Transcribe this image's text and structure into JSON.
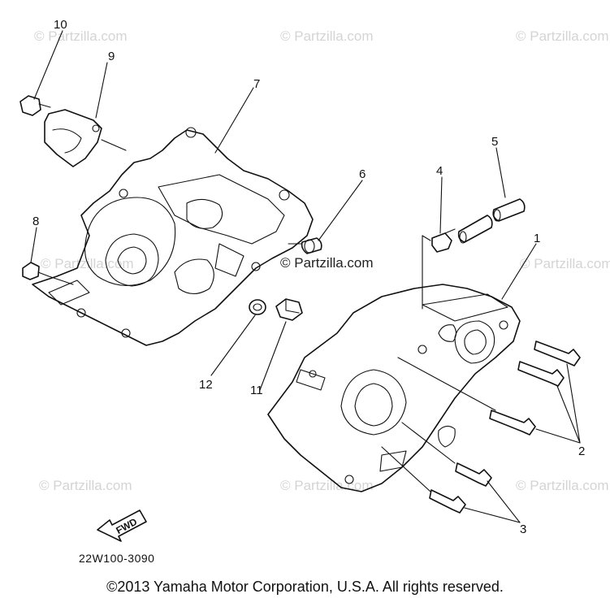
{
  "watermark": {
    "text": "© Partzilla.com",
    "prominent_text": "© Partzilla.com"
  },
  "diagram_code": "22W100-3090",
  "fwd_label": "FWD",
  "callouts": [
    {
      "label": "1",
      "part": "crankcase-right"
    },
    {
      "label": "2",
      "part": "bolts-upper"
    },
    {
      "label": "3",
      "part": "bolts-lower"
    },
    {
      "label": "4",
      "part": "elbow-fitting"
    },
    {
      "label": "5",
      "part": "hose"
    },
    {
      "label": "6",
      "part": "dowel-pin"
    },
    {
      "label": "7",
      "part": "crankcase-left"
    },
    {
      "label": "8",
      "part": "plug-bolt"
    },
    {
      "label": "9",
      "part": "cover-plate"
    },
    {
      "label": "10",
      "part": "screw"
    },
    {
      "label": "11",
      "part": "drain-bolt"
    },
    {
      "label": "12",
      "part": "gasket-washer"
    }
  ],
  "copyright": "©2013 Yamaha Motor Corporation, U.S.A. All rights reserved."
}
